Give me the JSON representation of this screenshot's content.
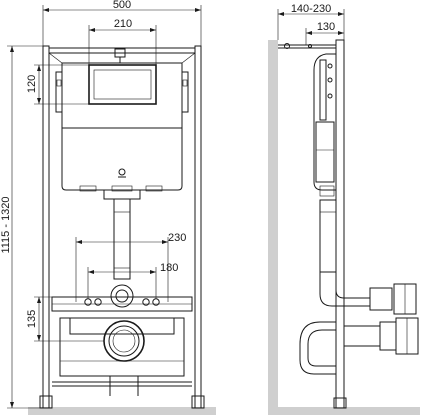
{
  "front_view": {
    "frame_width": "500",
    "cistern_button_width": "210",
    "button_height": "120",
    "frame_height": "1115 - 1320",
    "studs_outer_spacing": "230",
    "studs_inner_spacing": "180",
    "drain_height": "135"
  },
  "side_view": {
    "total_depth": "140-230",
    "frame_depth": "130"
  }
}
